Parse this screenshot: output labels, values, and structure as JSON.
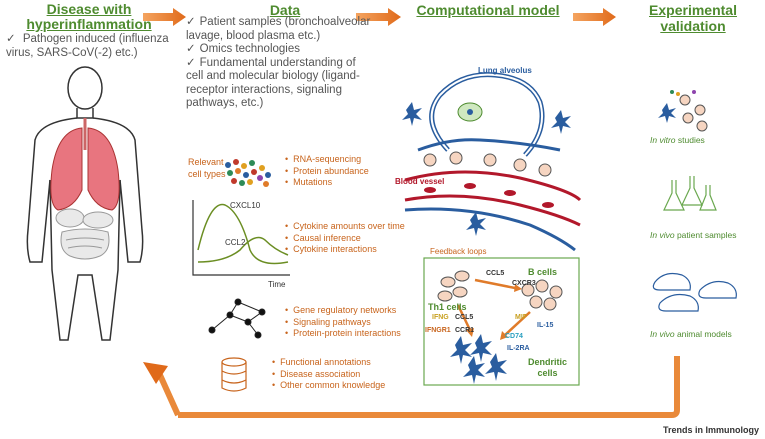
{
  "headers": {
    "disease_line1": "Disease with",
    "disease_line2": "hyperinflammation",
    "data": "Data",
    "model": "Computational model",
    "validation": "Experimental validation"
  },
  "disease": {
    "item": "Pathogen induced (influenza virus, SARS-CoV(-2) etc.)"
  },
  "data_items": [
    "Patient samples (bronchoalveolar lavage, blood plasma etc.)",
    "Omics technologies",
    "Fundamental understanding of cell and molecular biology (ligand-receptor interactions, signaling pathways, etc.)"
  ],
  "omics": {
    "relevant_label": "Relevant cell types",
    "bullets": [
      "RNA-sequencing",
      "Protein abundance",
      "Mutations"
    ]
  },
  "cytokine": {
    "curve1": "CXCL10",
    "curve2": "CCL2",
    "axis": "Time",
    "bullets": [
      "Cytokine amounts over time",
      "Causal inference",
      "Cytokine interactions"
    ]
  },
  "network": {
    "bullets": [
      "Gene regulatory networks",
      "Signaling pathways",
      "Protein-protein interactions"
    ]
  },
  "database": {
    "bullets": [
      "Functional annotations",
      "Disease association",
      "Other common knowledge"
    ]
  },
  "model": {
    "alveolus": "Lung alveolus",
    "vessel": "Blood vessel",
    "feedback": "Feedback loops",
    "bcells": "B cells",
    "th1": "Th1 cells",
    "dendritic_line1": "Dendritic",
    "dendritic_line2": "cells",
    "ccl5_top": "CCL5",
    "cxcr3": "CXCR3",
    "ifng": "IFNG",
    "ccl5_mid": "CCL5",
    "mif": "MIF",
    "il15": "IL-15",
    "ifngr1": "IFNGR1",
    "ccr1": "CCR1",
    "cd74": "CD74",
    "il2ra": "IL-2RA"
  },
  "validation": {
    "vitro_it": "In vitro",
    "vitro_rest": " studies",
    "vivo_patient_it": "In vivo",
    "vivo_patient_rest": " patient samples",
    "vivo_animal_it": "In vivo",
    "vivo_animal_rest": " animal models"
  },
  "footer": "Trends in Immunology",
  "colors": {
    "green": "#4e8b2f",
    "orange": "#c8641c",
    "arrow": "#e07b2a",
    "blue": "#2a5d9f",
    "red": "#b2182b"
  }
}
